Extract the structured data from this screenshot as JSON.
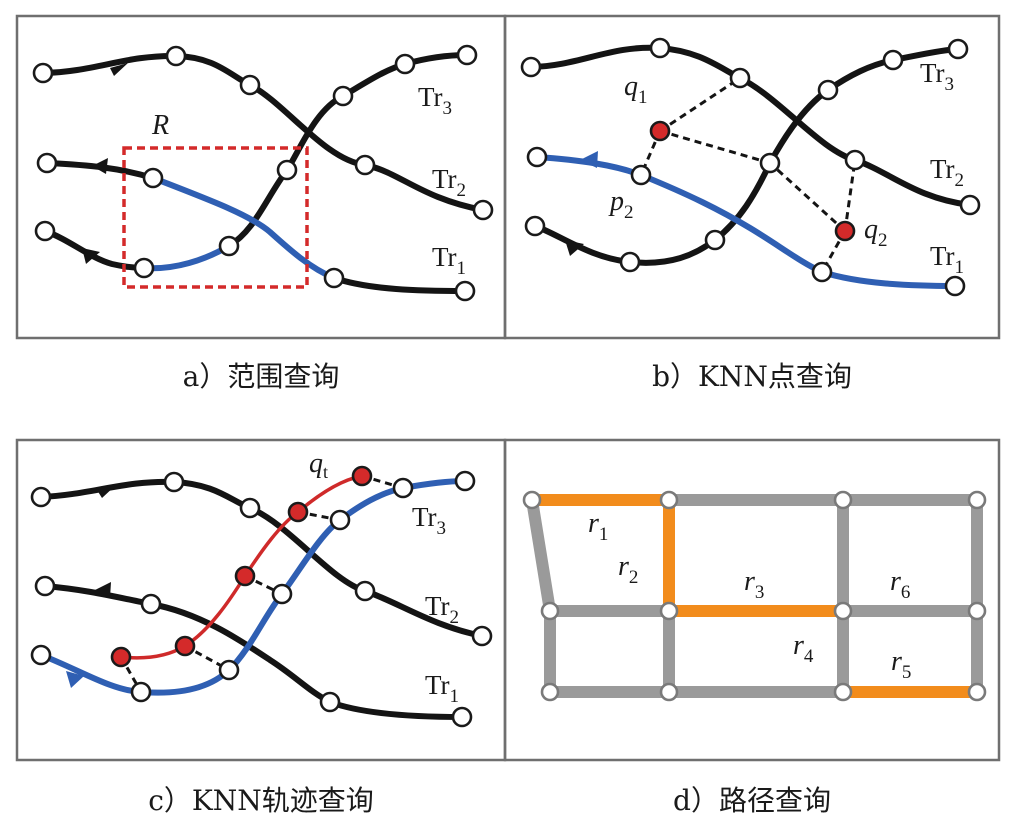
{
  "panels": {
    "a": {
      "caption": "a）范围查询",
      "region_label": "R",
      "trajectories": [
        {
          "base": "Tr",
          "sub": "3"
        },
        {
          "base": "Tr",
          "sub": "2"
        },
        {
          "base": "Tr",
          "sub": "1"
        }
      ]
    },
    "b": {
      "caption": "b）KNN点查询",
      "points": [
        {
          "base": "q",
          "sub": "1"
        },
        {
          "base": "q",
          "sub": "2"
        },
        {
          "base": "p",
          "sub": "2"
        }
      ],
      "trajectories": [
        {
          "base": "Tr",
          "sub": "3"
        },
        {
          "base": "Tr",
          "sub": "2"
        },
        {
          "base": "Tr",
          "sub": "1"
        }
      ]
    },
    "c": {
      "caption": "c）KNN轨迹查询",
      "query_trajectory": {
        "base": "q",
        "sub": "t"
      },
      "trajectories": [
        {
          "base": "Tr",
          "sub": "3"
        },
        {
          "base": "Tr",
          "sub": "2"
        },
        {
          "base": "Tr",
          "sub": "1"
        }
      ]
    },
    "d": {
      "caption": "d）路径查询",
      "roads": [
        {
          "base": "r",
          "sub": "1"
        },
        {
          "base": "r",
          "sub": "2"
        },
        {
          "base": "r",
          "sub": "3"
        },
        {
          "base": "r",
          "sub": "4"
        },
        {
          "base": "r",
          "sub": "5"
        },
        {
          "base": "r",
          "sub": "6"
        }
      ]
    }
  },
  "colors": {
    "trajectory": "#141414",
    "result_trajectory": "#2f5fb3",
    "query_point": "#d42a2a",
    "range_box": "#d42a2a",
    "road": "#9a9a9a",
    "result_route": "#f28c1c"
  }
}
